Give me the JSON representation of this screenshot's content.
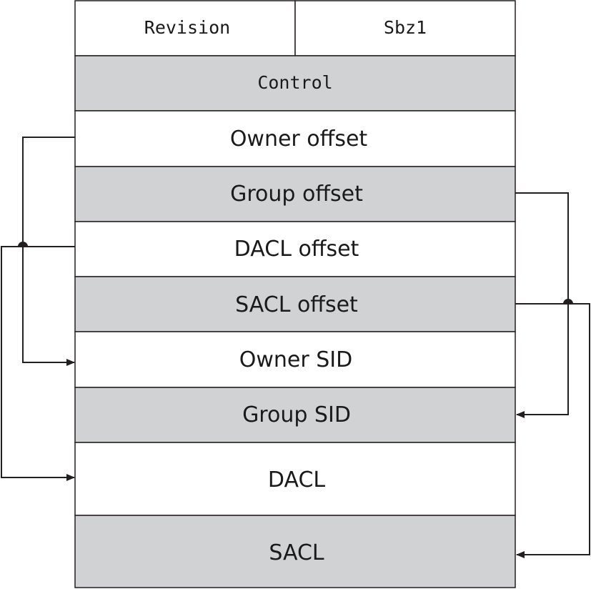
{
  "header_fields": {
    "revision": "Revision",
    "sbz1": "Sbz1",
    "control": "Control"
  },
  "fields": {
    "owner_offset": "Owner offset",
    "group_offset": "Group offset",
    "dacl_offset": "DACL offset",
    "sacl_offset": "SACL offset",
    "owner_sid": "Owner SID",
    "group_sid": "Group SID",
    "dacl": "DACL",
    "sacl": "SACL"
  },
  "colors": {
    "shaded_fill": "#d1d2d4",
    "plain_fill": "#ffffff",
    "line": "#231f20"
  }
}
